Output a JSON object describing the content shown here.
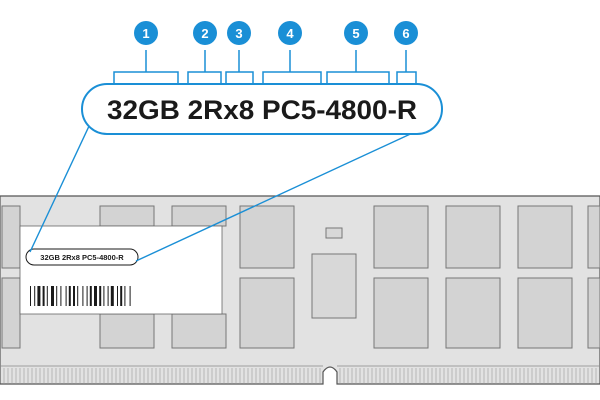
{
  "label": {
    "full_text": "32GB 2Rx8 PC5-4800-R",
    "segments": [
      {
        "number": "1",
        "text": "32GB"
      },
      {
        "number": "2",
        "text": "2R"
      },
      {
        "number": "3",
        "text": "x8"
      },
      {
        "number": "4",
        "text": "PC5"
      },
      {
        "number": "5",
        "text": "-4800"
      },
      {
        "number": "6",
        "text": "-R"
      }
    ]
  },
  "colors": {
    "accent": "#1a8fd6",
    "module_fill": "#e2e2e2",
    "chip_fill": "#d2d2d2",
    "outline": "#555555"
  }
}
